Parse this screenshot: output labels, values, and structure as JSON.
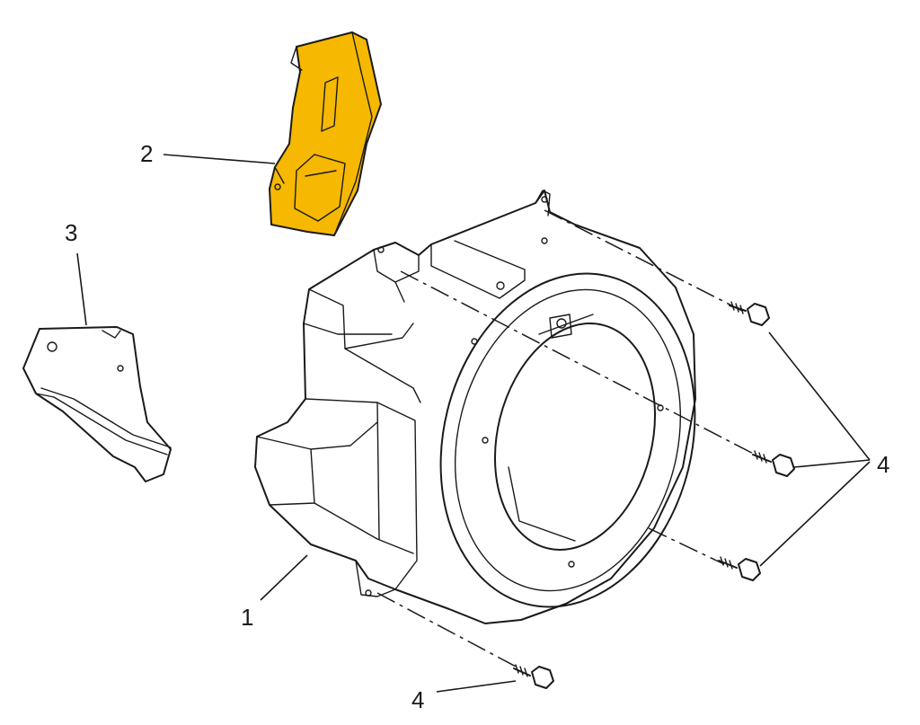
{
  "diagram": {
    "part_color": "#F6B800",
    "callouts": {
      "housing": "1",
      "guard": "2",
      "bracket": "3",
      "bolts_right": "4",
      "bolt_bottom": "4"
    }
  }
}
